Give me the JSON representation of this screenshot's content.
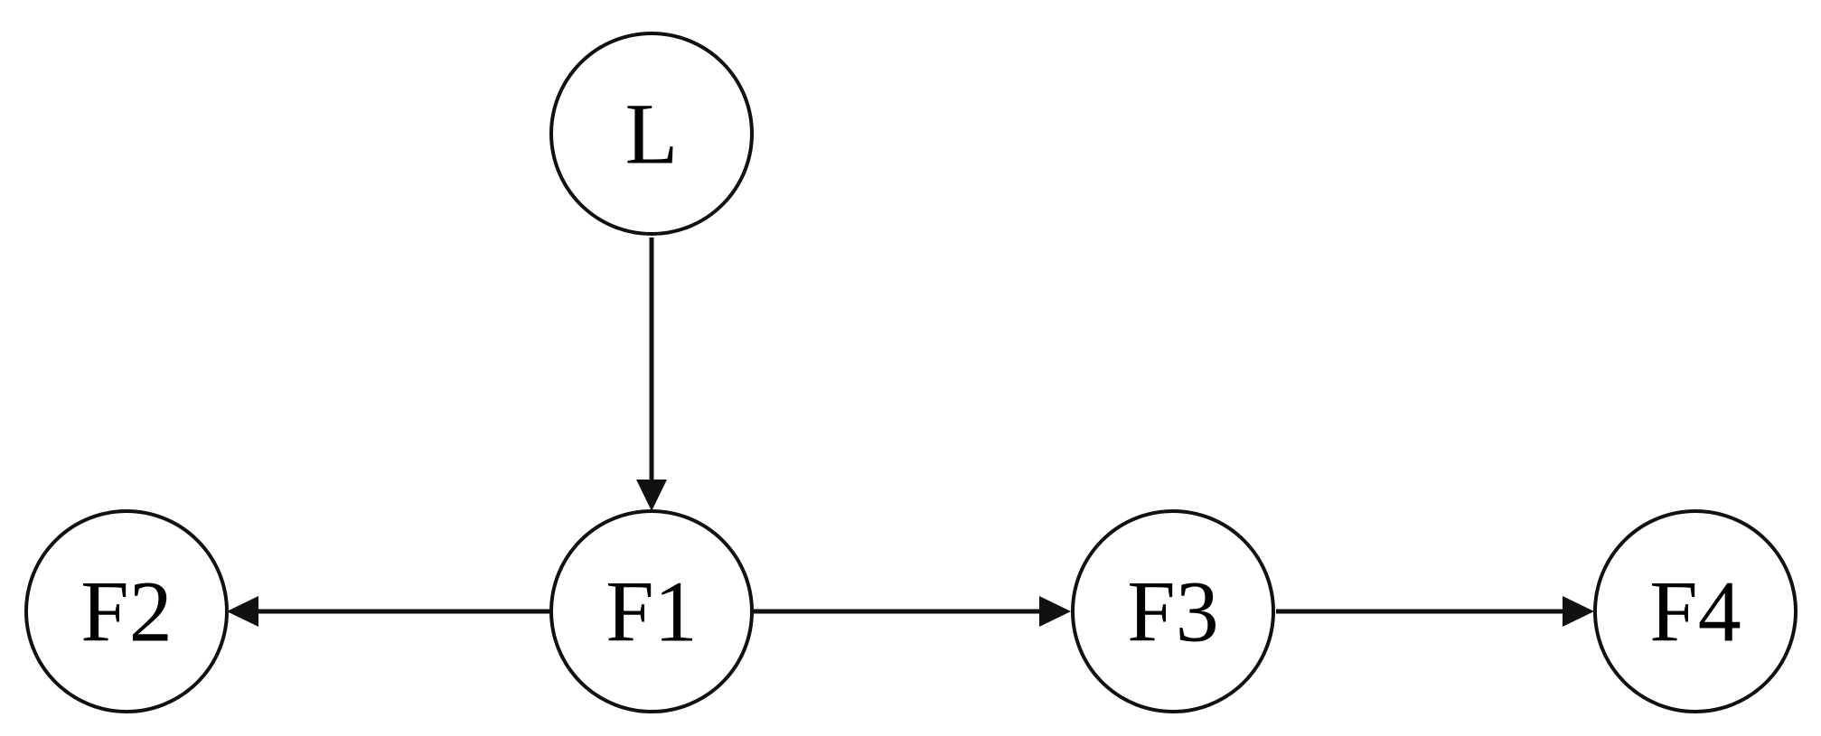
{
  "diagram": {
    "colors": {
      "stroke": "#111111",
      "background": "#ffffff",
      "text": "#000000"
    },
    "nodes": [
      {
        "id": "L",
        "label": "L"
      },
      {
        "id": "F1",
        "label": "F1"
      },
      {
        "id": "F2",
        "label": "F2"
      },
      {
        "id": "F3",
        "label": "F3"
      },
      {
        "id": "F4",
        "label": "F4"
      }
    ],
    "edges": [
      {
        "from": "L",
        "to": "F1"
      },
      {
        "from": "F1",
        "to": "F2"
      },
      {
        "from": "F1",
        "to": "F3"
      },
      {
        "from": "F3",
        "to": "F4"
      }
    ]
  }
}
